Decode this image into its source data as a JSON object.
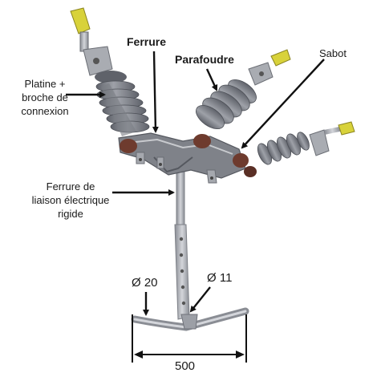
{
  "labels": {
    "platine": [
      "Platine +",
      "broche de",
      "connexion"
    ],
    "ferrure": "Ferrure",
    "parafoudre": "Parafoudre",
    "sabot": "Sabot",
    "liaison": [
      "Ferrure de",
      "liaison électrique",
      "rigide"
    ],
    "dia_20": "Ø 20",
    "dia_11": "Ø 11",
    "width_500": "500"
  },
  "colors": {
    "porcelain": "#8c8f96",
    "porcelain_dark": "#5f626a",
    "metal": "#b9bcc2",
    "metal_dark": "#7d8087",
    "brass": "#d8d23a",
    "rubber": "#6e3b2e",
    "ink": "#111111"
  }
}
